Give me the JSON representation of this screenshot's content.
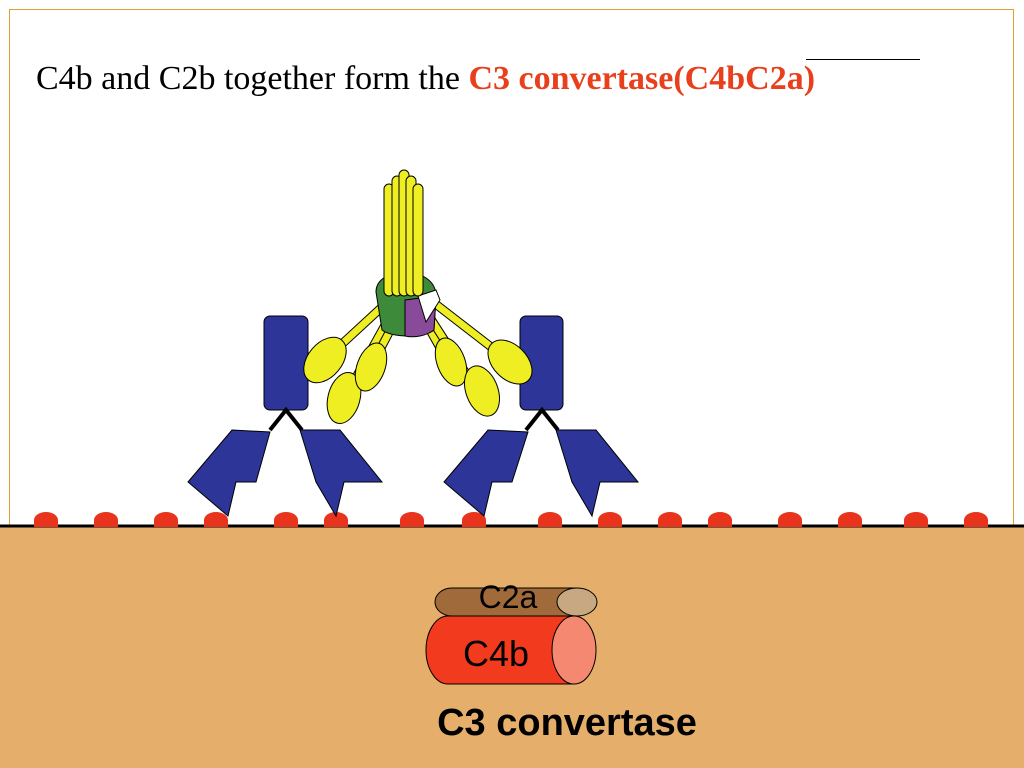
{
  "title": {
    "prefix": "C4b and C2b together form the ",
    "highlight": "C3 convertase(C4bC2a)"
  },
  "labels": {
    "c2a": "C2a",
    "c4b": "C4b",
    "complex": "C3 convertase"
  },
  "colors": {
    "membrane": "#e5af6b",
    "antigen": "#e8341c",
    "antibody": "#2e3598",
    "c1q_stalk": "#eeee22",
    "c4b_body": "#f23a1e",
    "c4b_end": "#f58870",
    "c2a_body": "#a06a3a",
    "c2a_end": "#c8a880",
    "title_highlight": "#e8401c"
  }
}
